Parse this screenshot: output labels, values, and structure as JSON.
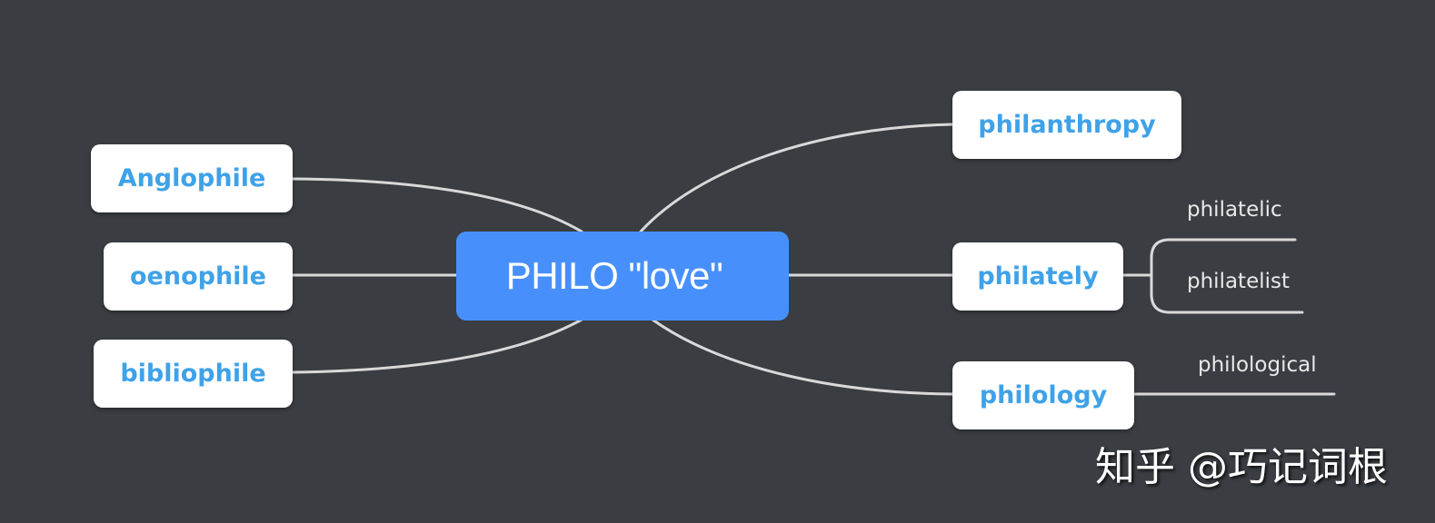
{
  "diagram": {
    "type": "mind-map",
    "colors": {
      "background": "#3a3d42",
      "central_fill": "#4790fc",
      "central_text": "#ffffff",
      "node_fill": "#ffffff",
      "node_text": "#3fa2e8",
      "connector": "#d9d9d9",
      "subtopic_text": "#e8e8e8"
    },
    "central": {
      "label": "PHILO \"love\""
    },
    "left_nodes": [
      {
        "label": "Anglophile"
      },
      {
        "label": "oenophile"
      },
      {
        "label": "bibliophile"
      }
    ],
    "right_nodes": [
      {
        "label": "philanthropy",
        "children": []
      },
      {
        "label": "philately",
        "children": [
          {
            "label": "philatelic"
          },
          {
            "label": "philatelist"
          }
        ]
      },
      {
        "label": "philology",
        "children": [
          {
            "label": "philological"
          }
        ]
      }
    ]
  },
  "watermark": {
    "text": "知乎 @巧记词根"
  }
}
